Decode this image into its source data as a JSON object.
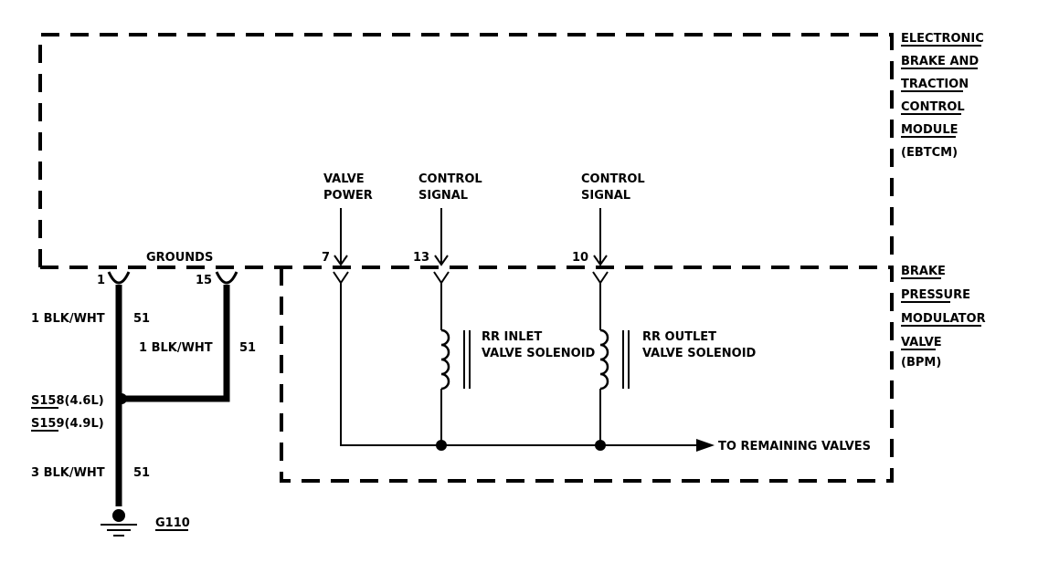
{
  "modules": {
    "ebtcm": [
      "ELECTRONIC",
      "BRAKE AND",
      "TRACTION",
      "CONTROL",
      "MODULE",
      "(EBTCM)"
    ],
    "bpm": [
      "BRAKE",
      "PRESSURE",
      "MODULATOR",
      "VALVE",
      "(BPM)"
    ]
  },
  "signals": {
    "valve_power": [
      "VALVE",
      "POWER"
    ],
    "control_signal_inlet": [
      "CONTROL",
      "SIGNAL"
    ],
    "control_signal_outlet": [
      "CONTROL",
      "SIGNAL"
    ]
  },
  "grounds_label": "GROUNDS",
  "pins": {
    "ground_a": "1",
    "ground_b": "15",
    "valve_power": "7",
    "inlet_control": "13",
    "outlet_control": "10"
  },
  "wires": {
    "upper_left": {
      "label": "1 BLK/WHT",
      "circuit": "51"
    },
    "upper_right": {
      "label": "1 BLK/WHT",
      "circuit": "51"
    },
    "lower": {
      "label": "3 BLK/WHT",
      "circuit": "51"
    }
  },
  "splices": {
    "s158": "S158(4.6L)",
    "s159": "S159(4.9L)"
  },
  "ground_point": "G110",
  "solenoids": {
    "inlet": [
      "RR INLET",
      "VALVE SOLENOID"
    ],
    "outlet": [
      "RR OUTLET",
      "VALVE SOLENOID"
    ]
  },
  "remaining_label": "TO REMAINING VALVES"
}
